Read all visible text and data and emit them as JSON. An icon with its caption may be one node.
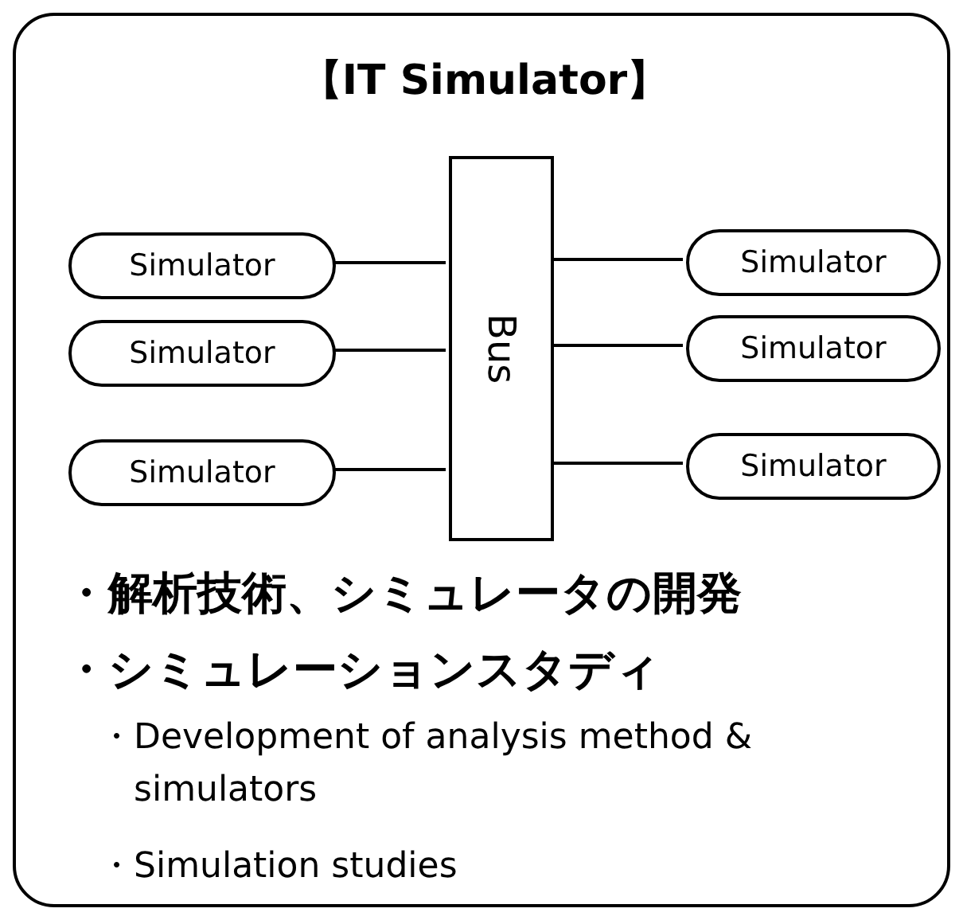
{
  "diagram": {
    "nodes": [
      {
        "text": [
          "【IT Simulator】",
          "・解析技術、シミュレータの開発",
          "・シミュレーションスタディ",
          "・Development of analysis method & simulators",
          "・Simulation studies"
        ]
      },
      {
        "text": [
          "Simulator"
        ],
        "in": 0
      },
      {
        "text": [
          "Bus"
        ],
        "in": 0
      },
      {
        "text": [
          "Simulator"
        ],
        "in": 0
      },
      {
        "text": [
          "Simulator"
        ],
        "in": 0
      },
      {
        "text": [
          "Simulator"
        ],
        "in": 0
      },
      {
        "text": [
          "Simulator"
        ],
        "in": 0
      },
      {
        "text": [
          "Simulator"
        ],
        "in": 0
      }
    ],
    "edges": [
      {
        "from": 1,
        "to": 2,
        "arrow": "none"
      },
      {
        "from": 2,
        "to": 3,
        "arrow": "none"
      },
      {
        "from": 4,
        "to": 2,
        "arrow": "none"
      },
      {
        "from": 2,
        "to": 5,
        "arrow": "none"
      },
      {
        "from": 6,
        "to": 2,
        "arrow": "none"
      },
      {
        "from": 2,
        "to": 7,
        "arrow": "none"
      }
    ]
  }
}
